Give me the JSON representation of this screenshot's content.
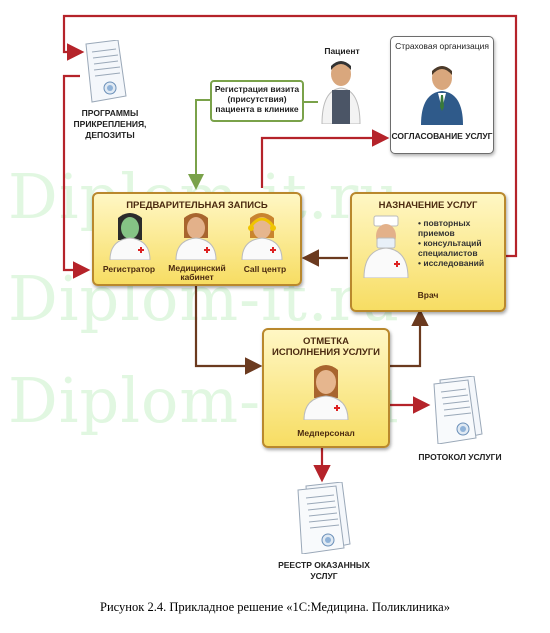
{
  "caption": "Рисунок 2.4. Прикладное решение «1С:Медицина. Поликлиника»",
  "watermark": "Diplom-it.ru",
  "docs": {
    "programs": "ПРОГРАММЫ ПРИКРЕПЛЕНИЯ, ДЕПОЗИТЫ",
    "protocol": "ПРОТОКОЛ УСЛУГИ",
    "registry": "РЕЕСТР ОКАЗАННЫХ УСЛУГ"
  },
  "patient": "Пациент",
  "insurance": {
    "title": "Страховая организация",
    "action": "СОГЛАСОВАНИЕ УСЛУГ"
  },
  "visit": "Регистрация визита (присутствия) пациента в клинике",
  "booking": {
    "title": "ПРЕДВАРИТЕЛЬНАЯ ЗАПИСЬ",
    "roles": [
      "Регистратор",
      "Медицинский кабинет",
      "Call центр"
    ]
  },
  "appointment": {
    "title": "НАЗНАЧЕНИЕ УСЛУГ",
    "items": [
      "повторных приемов",
      "консультаций специалистов",
      "исследований"
    ],
    "role": "Врач"
  },
  "execution": {
    "title": "ОТМЕТКА ИСПОЛНЕНИЯ УСЛУГИ",
    "role": "Медперсонал"
  },
  "colors": {
    "arrow_red": "#b5232a",
    "arrow_brown": "#6b3a1f",
    "arrow_green": "#7aa24a",
    "box_border": "#b9882d"
  }
}
